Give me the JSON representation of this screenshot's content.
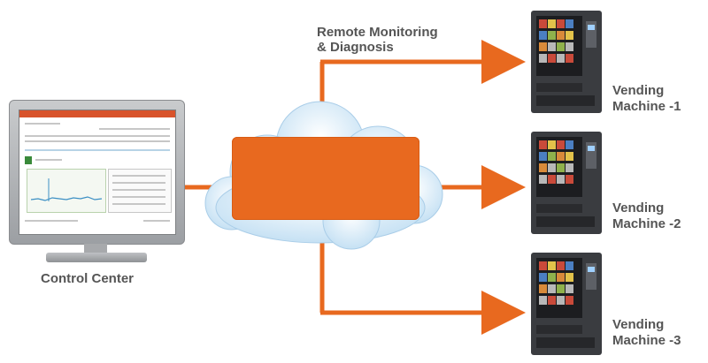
{
  "diagram": {
    "title_line1": "Remote Monitoring",
    "title_line2": "& Diagnosis",
    "control_center_label": "Control Center",
    "machines": [
      {
        "line1": "Vending",
        "line2": "Machine -1"
      },
      {
        "line1": "Vending",
        "line2": "Machine -2"
      },
      {
        "line1": "Vending",
        "line2": "Machine -3"
      }
    ]
  },
  "colors": {
    "arrow": "#e8691f",
    "hub": "#e8691f",
    "cloud": "#d9ecf8",
    "label": "#555555"
  }
}
